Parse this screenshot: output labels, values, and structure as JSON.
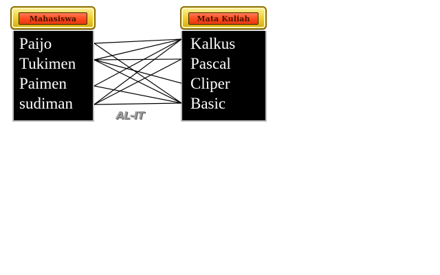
{
  "headers": {
    "left": "Mahasiswa",
    "right": "Mata Kuliah"
  },
  "students": [
    "Paijo",
    "Tukimen",
    "Paimen",
    "sudiman"
  ],
  "courses": [
    "Kalkus",
    "Pascal",
    "Cliper",
    "Basic"
  ],
  "relations": [
    {
      "from": 0,
      "to": 0
    },
    {
      "from": 0,
      "to": 3
    },
    {
      "from": 1,
      "to": 0
    },
    {
      "from": 1,
      "to": 1
    },
    {
      "from": 1,
      "to": 2
    },
    {
      "from": 1,
      "to": 3
    },
    {
      "from": 2,
      "to": 0
    },
    {
      "from": 2,
      "to": 3
    },
    {
      "from": 3,
      "to": 0
    },
    {
      "from": 3,
      "to": 1
    },
    {
      "from": 3,
      "to": 3
    }
  ],
  "watermark": "AL-IT"
}
